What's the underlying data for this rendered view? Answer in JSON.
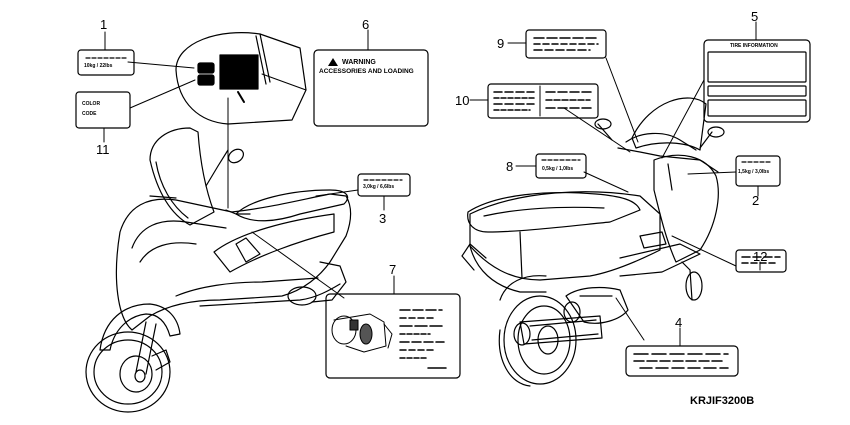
{
  "diagram_code": "KRJIF3200B",
  "callouts": [
    {
      "num": "1"
    },
    {
      "num": "2"
    },
    {
      "num": "3"
    },
    {
      "num": "4"
    },
    {
      "num": "5"
    },
    {
      "num": "6"
    },
    {
      "num": "7"
    },
    {
      "num": "8"
    },
    {
      "num": "9"
    },
    {
      "num": "10"
    },
    {
      "num": "11"
    },
    {
      "num": "12"
    }
  ],
  "labels": {
    "l1": "10kg / 22lbs",
    "l2": "1,5kg / 3,0lbs",
    "l3": "3,0kg / 6,6lbs",
    "l5_title": "TIRE INFORMATION",
    "l6_line1": "WARNING",
    "l6_line2": "ACCESSORIES AND LOADING",
    "l8": "0,5kg / 1,0lbs",
    "l11_line1": "COLOR",
    "l11_line2": "CODE"
  },
  "colors": {
    "ink": "#000000",
    "paper": "#ffffff",
    "shade": "#cfcfcf"
  }
}
